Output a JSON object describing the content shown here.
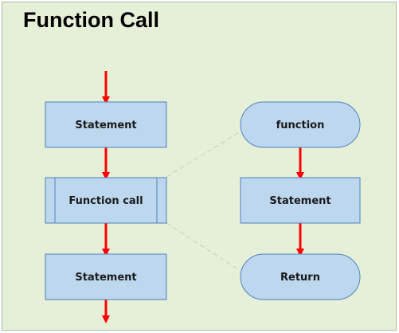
{
  "title": "Function Call",
  "colors": {
    "background": "#e6f0d8",
    "node_fill": "#bdd7ee",
    "node_stroke": "#4f81bd",
    "arrow": "#ff0000",
    "connector": "#bfbfbf"
  },
  "main_flow": {
    "statement_top": "Statement",
    "function_call": "Function call",
    "statement_bottom": "Statement"
  },
  "function_flow": {
    "start": "function",
    "statement": "Statement",
    "end": "Return"
  }
}
